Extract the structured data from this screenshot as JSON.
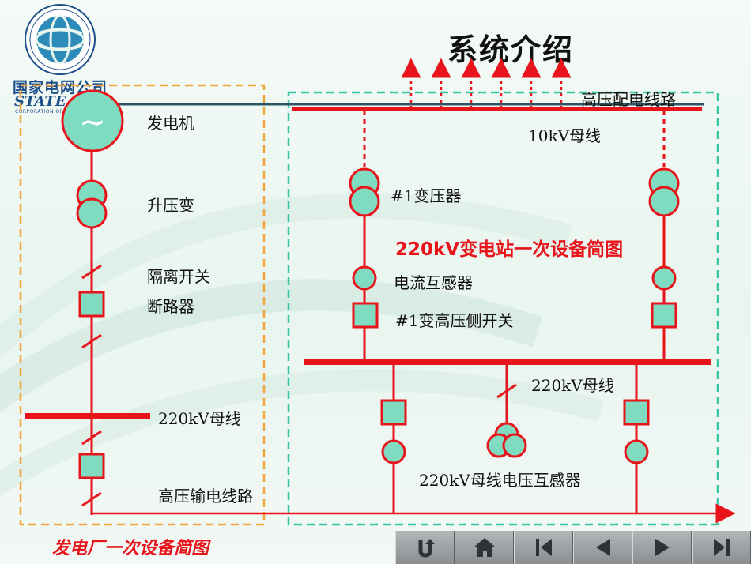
{
  "page": {
    "title": "系统介绍"
  },
  "logo": {
    "name_cn": "国家电网公司",
    "name_en": "STATE GRID",
    "name_en_sub": "CORPORATION OF CHINA",
    "seal_text": "国家电网公司 STATE GRID CORPORATION OF CHINA"
  },
  "left_diagram": {
    "caption": "发电厂一次设备简图",
    "labels": {
      "generator": "发电机",
      "step_up_transformer": "升压变",
      "disconnector": "隔离开关",
      "breaker": "断路器",
      "bus_220kv": "220kV母线",
      "hv_transmission_line": "高压输电线路"
    },
    "generator_symbol": "~"
  },
  "right_diagram": {
    "caption": "220kV变电站一次设备简图",
    "labels": {
      "hv_distribution_line": "高压配电线路",
      "bus_10kv": "10kV母线",
      "transformer_1": "#1变压器",
      "current_transformer": "电流互感器",
      "transformer_1_hv_switch": "#1变高压侧开关",
      "bus_220kv": "220kV母线",
      "bus_voltage_transformer": "220kV母线电压互感器"
    }
  },
  "colors": {
    "line_red": "#e8141b",
    "equipment_fill": "#7fdcc0",
    "left_frame_orange": "#f2a33a",
    "right_frame_teal": "#35c5a4",
    "logo_blue": "#1d4f8a",
    "dark_line": "#2e5566"
  },
  "nav": {
    "buttons": [
      {
        "name": "return",
        "icon": "return-icon"
      },
      {
        "name": "home",
        "icon": "home-icon"
      },
      {
        "name": "first",
        "icon": "first-page-icon"
      },
      {
        "name": "previous",
        "icon": "previous-icon"
      },
      {
        "name": "next",
        "icon": "next-icon"
      },
      {
        "name": "last",
        "icon": "last-page-icon"
      }
    ]
  }
}
